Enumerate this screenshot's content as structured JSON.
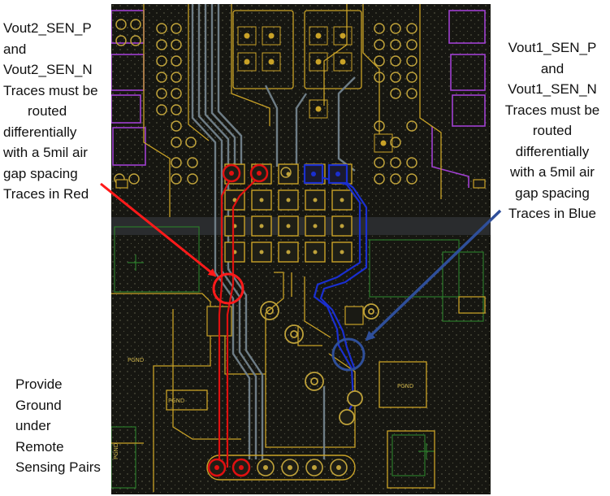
{
  "annotations": {
    "left_note": [
      "Vout2_SEN_P",
      "and",
      "Vout2_SEN_N",
      "Traces must be",
      "routed",
      "differentially",
      "with a 5mil air",
      "gap spacing",
      "Traces in Red"
    ],
    "right_note": [
      "Vout1_SEN_P",
      "and",
      "Vout1_SEN_N",
      "Traces must be",
      "routed",
      "differentially",
      "with a 5mil air",
      "gap spacing",
      "Traces in Blue"
    ],
    "bottom_note": [
      "Provide",
      "Ground",
      "under",
      "Remote",
      "Sensing Pairs"
    ]
  },
  "pcb_labels": {
    "pgnd_right": "PGND",
    "pgnd_left": "PGND",
    "pgnd_mid": "PGND",
    "pgnd_bottom_left": "PGND"
  },
  "colors": {
    "board": "#161611",
    "copper_outline": "#c9a227",
    "via": "#bfa23a",
    "red_trace": "#e01010",
    "blue_trace": "#1a2fd0",
    "grey_trace": "#6e7d86",
    "purple_outline": "#a040d0",
    "green_outline": "#2a7a2a",
    "red_arrow": "#ff1a1a",
    "blue_arrow": "#2f4f9a"
  }
}
